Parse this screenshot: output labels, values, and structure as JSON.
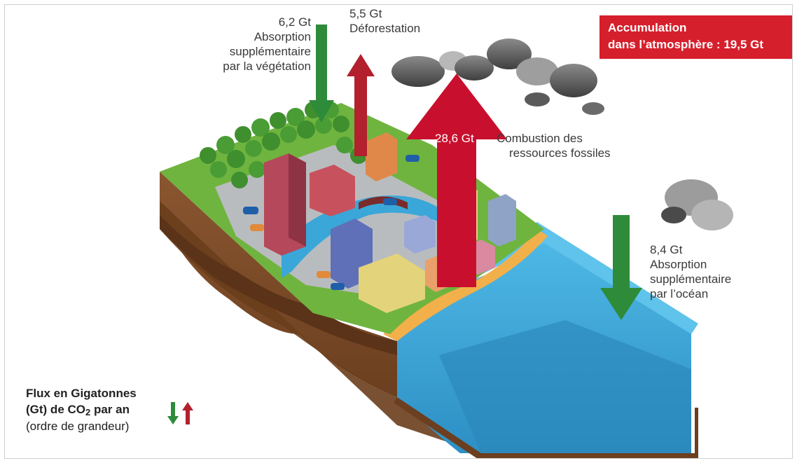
{
  "flows": {
    "vegetation": {
      "value": "6,2 Gt",
      "line1": "Absorption",
      "line2": "supplémentaire",
      "line3": "par la végétation",
      "color": "#2e8b3a"
    },
    "deforestation": {
      "value": "5,5 Gt",
      "line1": "Déforestation",
      "color": "#b3202e"
    },
    "fossil": {
      "value": "28,6 Gt",
      "line1": "Combustion des",
      "line2": "ressources fossiles",
      "color": "#c8102e"
    },
    "ocean": {
      "value": "8,4 Gt",
      "line1": "Absorption",
      "line2": "supplémentaire",
      "line3": "par l’océan",
      "color": "#2e8b3a"
    }
  },
  "accumulation": {
    "line1": "Accumulation",
    "line2": "dans l’atmosphère : 19,5 Gt",
    "color": "#d61f2c"
  },
  "legend": {
    "line1": "Flux en Gigatonnes",
    "line2a": "(Gt) de CO",
    "line2sub": "2",
    "line2b": " par an",
    "line3": "(ordre de grandeur)"
  },
  "colors": {
    "absorption": "#2e8b3a",
    "emission": "#b3202e",
    "water": "#3aa7d8",
    "soil": "#7a4a25",
    "grass": "#6fb43f"
  }
}
